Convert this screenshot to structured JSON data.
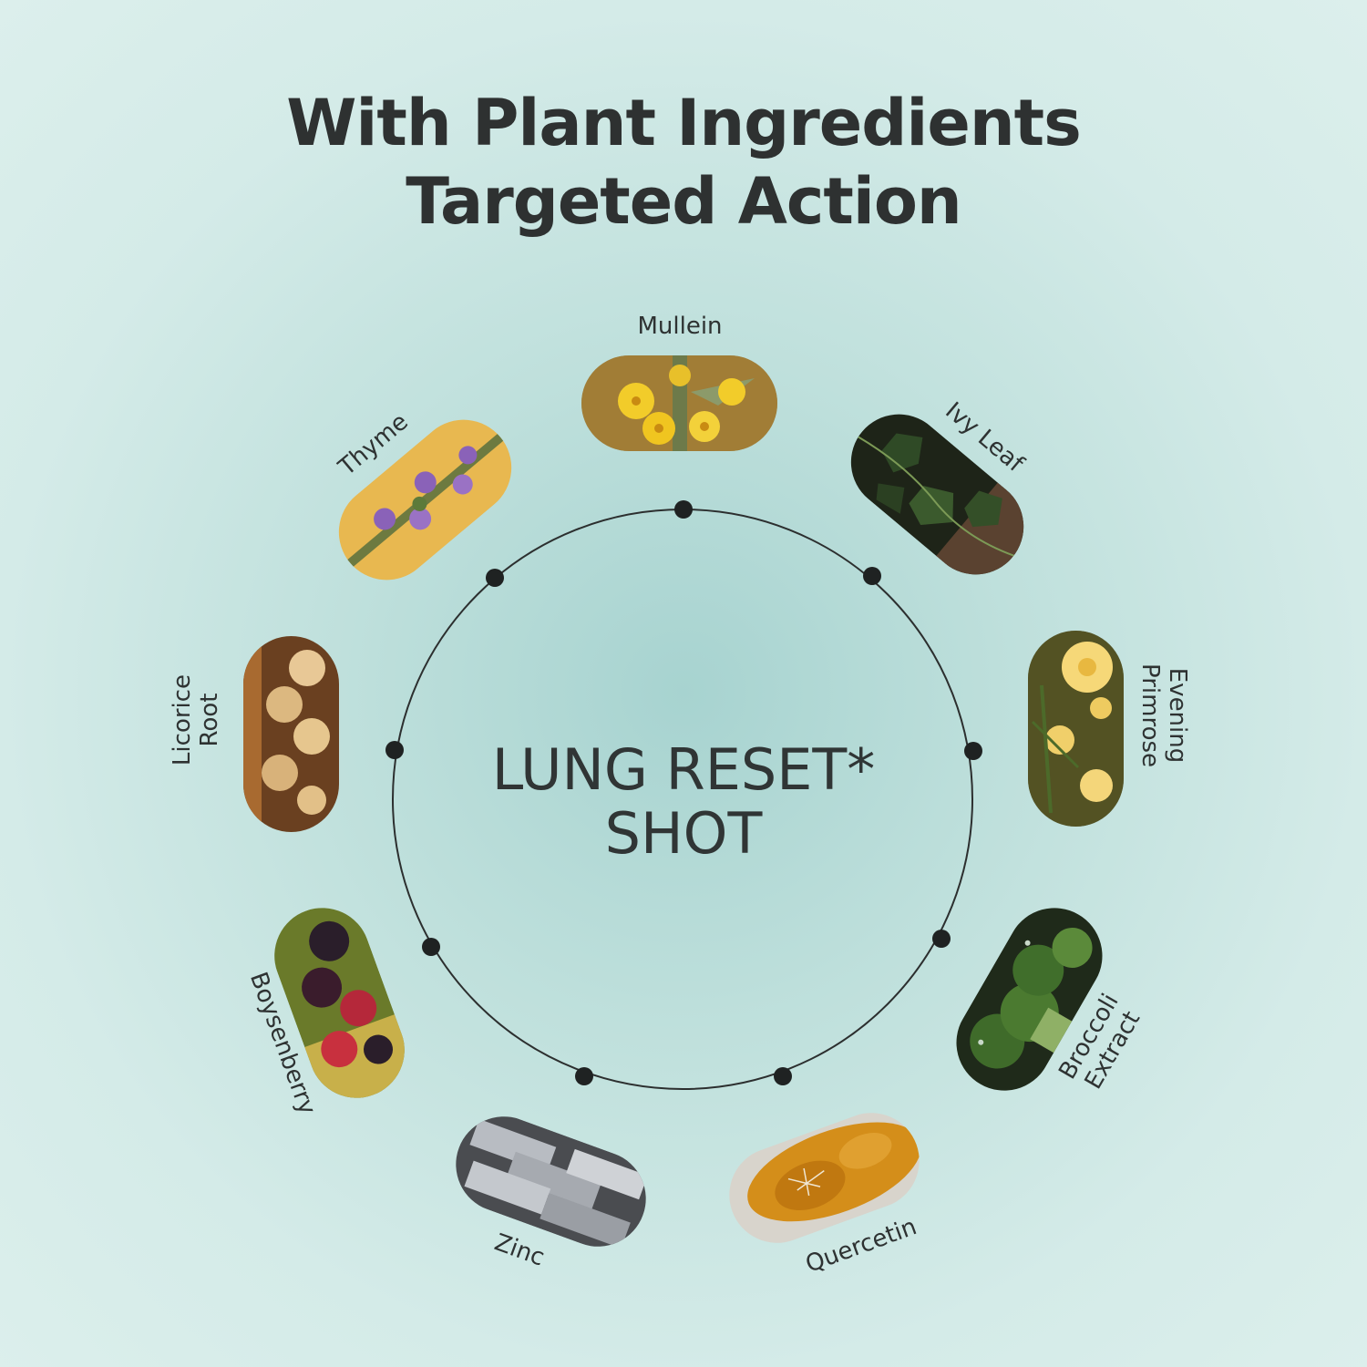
{
  "headline": {
    "line1": "With Plant Ingredients",
    "line2": "Targeted Action"
  },
  "center": {
    "line1": "LUNG RESET*",
    "line2": "SHOT"
  },
  "ingredients": [
    {
      "name": "Mullein",
      "icon": "mullein-flower-photo"
    },
    {
      "name": "Ivy Leaf",
      "icon": "ivy-leaf-photo"
    },
    {
      "name_line1": "Evening",
      "name_line2": "Primrose",
      "icon": "evening-primrose-photo"
    },
    {
      "name_line1": "Broccoli",
      "name_line2": "Extract",
      "icon": "broccoli-photo"
    },
    {
      "name": "Quercetin",
      "icon": "quercetin-powder-photo"
    },
    {
      "name": "Zinc",
      "icon": "zinc-ingots-photo"
    },
    {
      "name": "Boysenberry",
      "icon": "boysenberry-photo"
    },
    {
      "name_line1": "Licorice",
      "name_line2": "Root",
      "icon": "licorice-root-photo"
    },
    {
      "name": "Thyme",
      "icon": "thyme-flower-photo"
    }
  ],
  "colors": {
    "background": "#cfe8e5",
    "text": "#2e3131",
    "ring": "#2c2f2f"
  }
}
